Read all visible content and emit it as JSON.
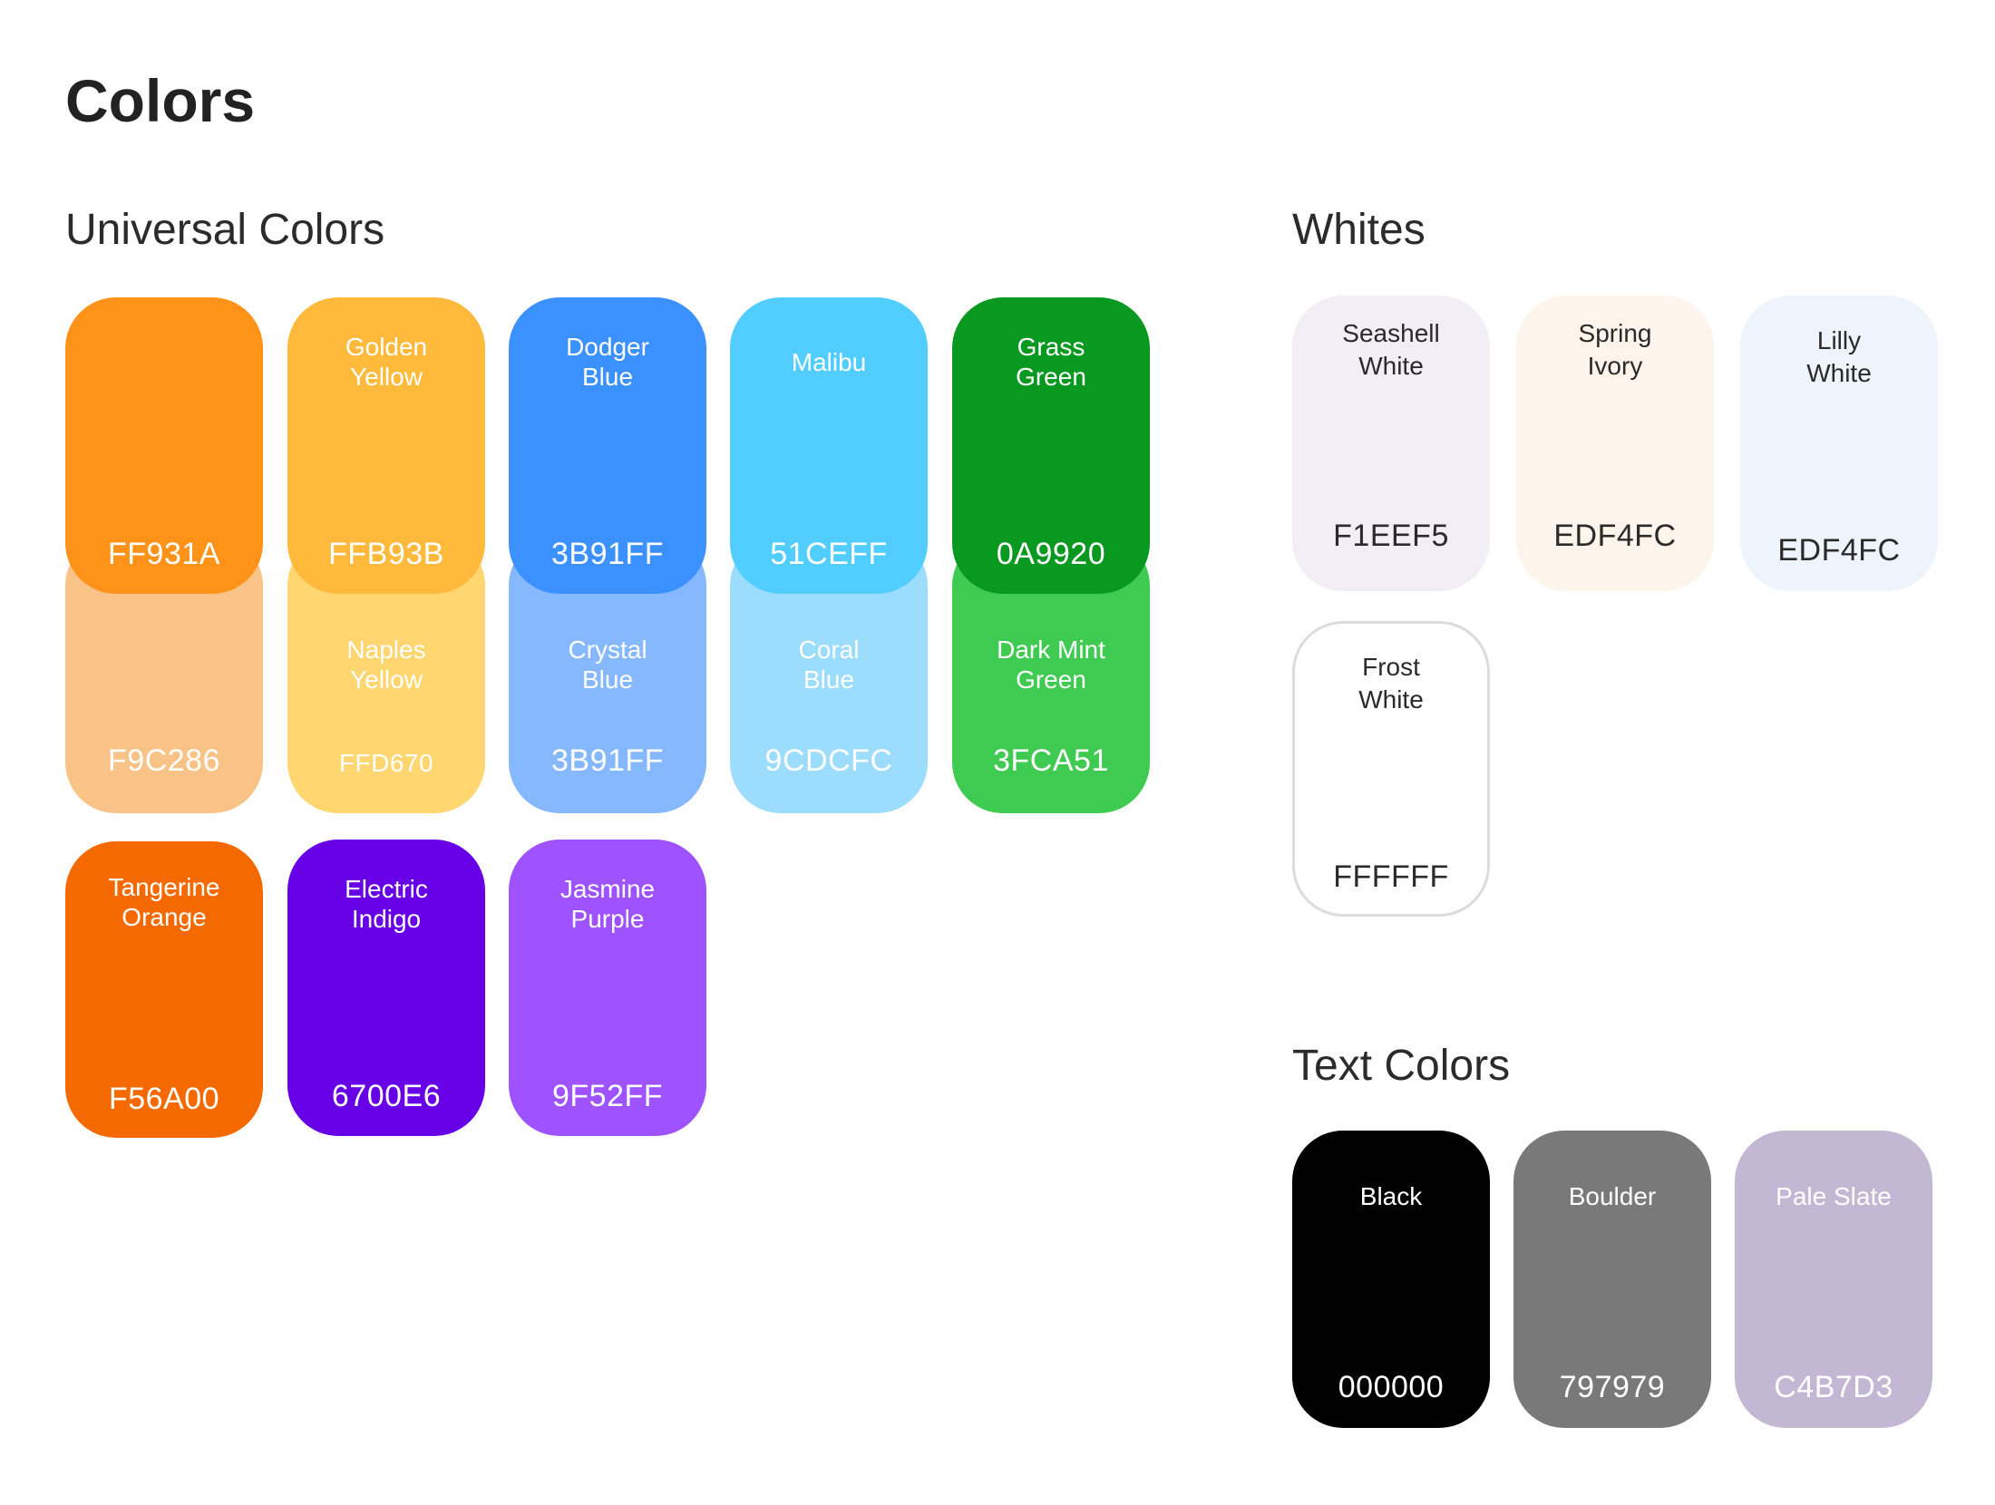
{
  "title": "Colors",
  "universal": {
    "heading": "Universal Colors",
    "swatches": [
      {
        "name": "",
        "hex": "FF931A",
        "color": "#FF931A"
      },
      {
        "name": "Golden\nYellow",
        "hex": "FFB93B",
        "color": "#FFB93B"
      },
      {
        "name": "Dodger\nBlue",
        "hex": "3B91FF",
        "color": "#3B91FF"
      },
      {
        "name": "Malibu",
        "hex": "51CEFF",
        "color": "#51CEFF"
      },
      {
        "name": "Grass\nGreen",
        "hex": "0A9920",
        "color": "#0A9920"
      },
      {
        "name": "",
        "hex": "F9C286",
        "color": "#F9C286"
      },
      {
        "name": "Naples\nYellow",
        "hex": "FFD670",
        "color": "#FFD670"
      },
      {
        "name": "Crystal\nBlue",
        "hex": "3B91FF",
        "color": "#85B8FF"
      },
      {
        "name": "Coral\nBlue",
        "hex": "9CDCFC",
        "color": "#9CDCFC"
      },
      {
        "name": "Dark Mint\nGreen",
        "hex": "3FCA51",
        "color": "#3FCA51"
      },
      {
        "name": "Tangerine\nOrange",
        "hex": "F56A00",
        "color": "#F56A00"
      },
      {
        "name": "Electric\nIndigo",
        "hex": "6700E6",
        "color": "#6700E6"
      },
      {
        "name": "Jasmine\nPurple",
        "hex": "9F52FF",
        "color": "#9F52FF"
      }
    ]
  },
  "whites": {
    "heading": "Whites",
    "swatches": [
      {
        "name": "Seashell\nWhite",
        "hex": "F1EEF5",
        "color": "#F1EEF5"
      },
      {
        "name": "Spring\nIvory",
        "hex": "EDF4FC",
        "color": "#FDF5EC"
      },
      {
        "name": "Lilly\nWhite",
        "hex": "EDF4FC",
        "color": "#EDF4FC"
      },
      {
        "name": "Frost\nWhite",
        "hex": "FFFFFF",
        "color": "#FFFFFF"
      }
    ]
  },
  "text_colors": {
    "heading": "Text Colors",
    "swatches": [
      {
        "name": "Black",
        "hex": "000000",
        "color": "#000000"
      },
      {
        "name": "Boulder",
        "hex": "797979",
        "color": "#797979"
      },
      {
        "name": "Pale Slate",
        "hex": "C4B7D3",
        "color": "#C4B7D3"
      }
    ]
  }
}
